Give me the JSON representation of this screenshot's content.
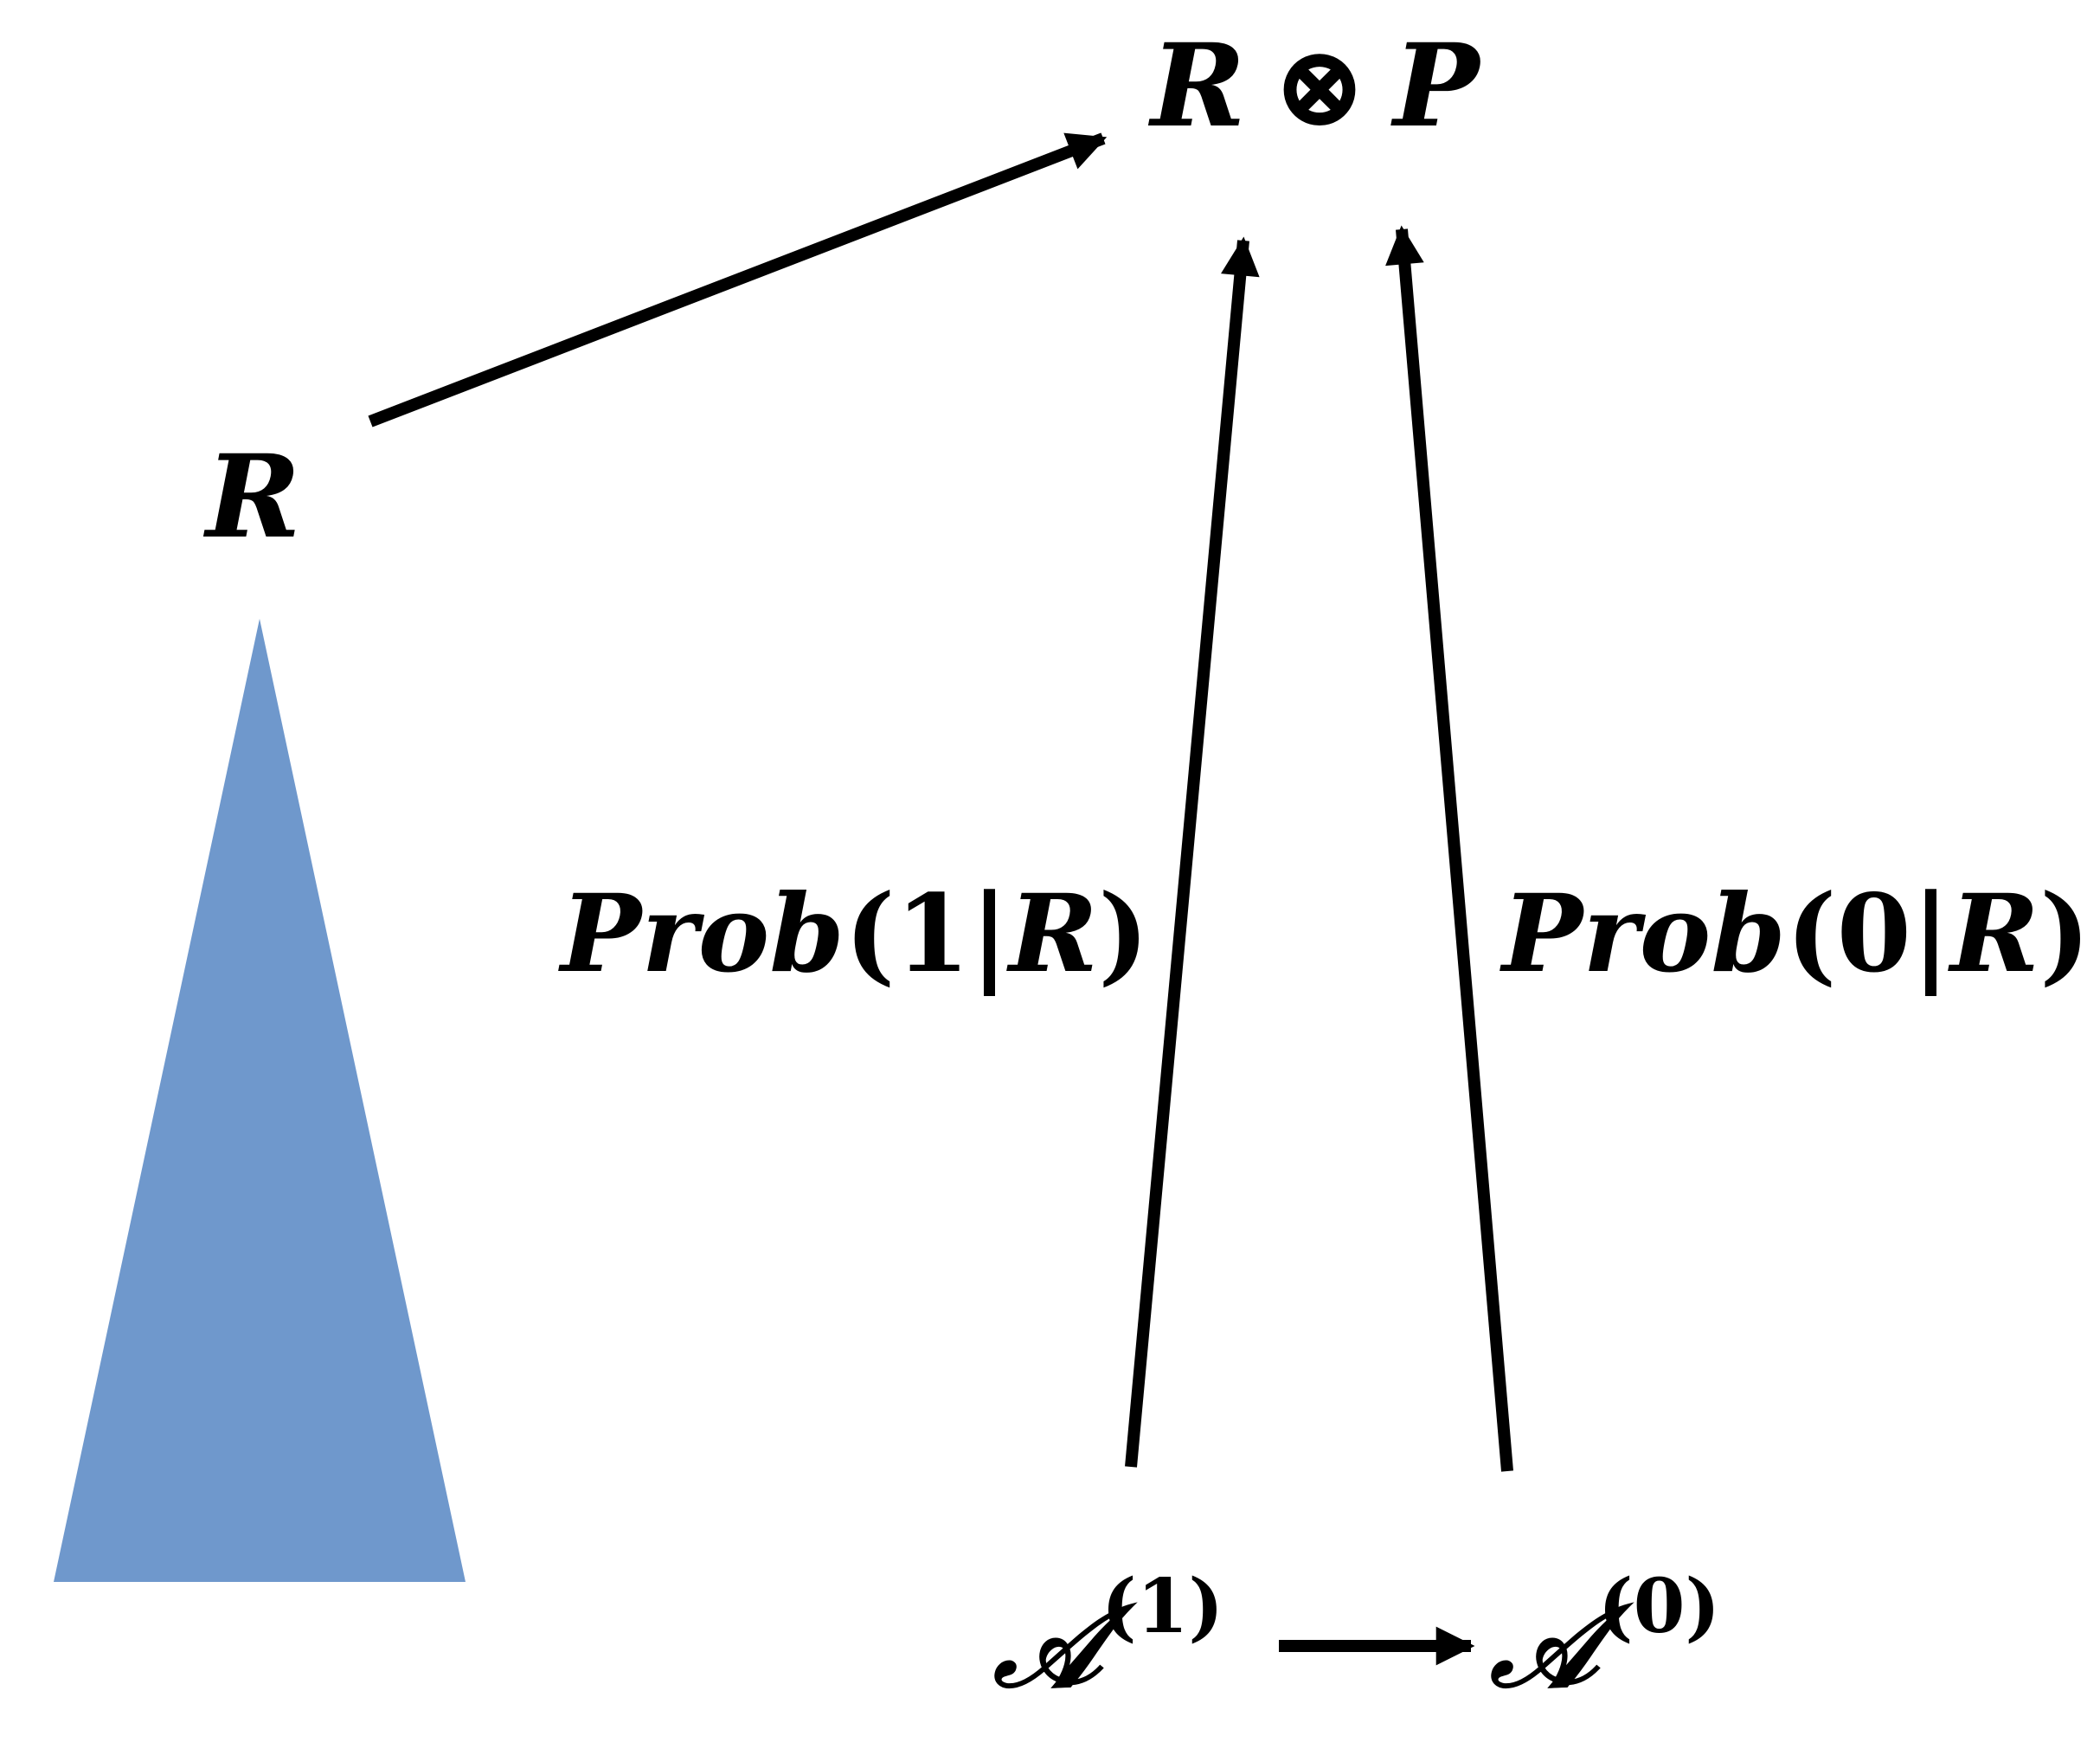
{
  "colors": {
    "triangle_fill": "#6f98cc",
    "ink": "#000000",
    "background": "#ffffff"
  },
  "nodes": {
    "tensor": {
      "left": "R",
      "operator": "⊗",
      "right": "P"
    },
    "r_label": "R",
    "a1": {
      "base": "𝒜",
      "superscript": "(1)"
    },
    "a0": {
      "base": "𝒜",
      "superscript": "(0)"
    }
  },
  "edge_labels": {
    "prob1": {
      "fn": "Prob",
      "open": "(",
      "value": "1",
      "bar": "|",
      "given": "R",
      "close": ")"
    },
    "prob0": {
      "fn": "Prob",
      "open": "(",
      "value": "0",
      "bar": "|",
      "given": "R",
      "close": ")"
    }
  },
  "icons": {
    "triangle": "blue-isosceles-triangle"
  }
}
